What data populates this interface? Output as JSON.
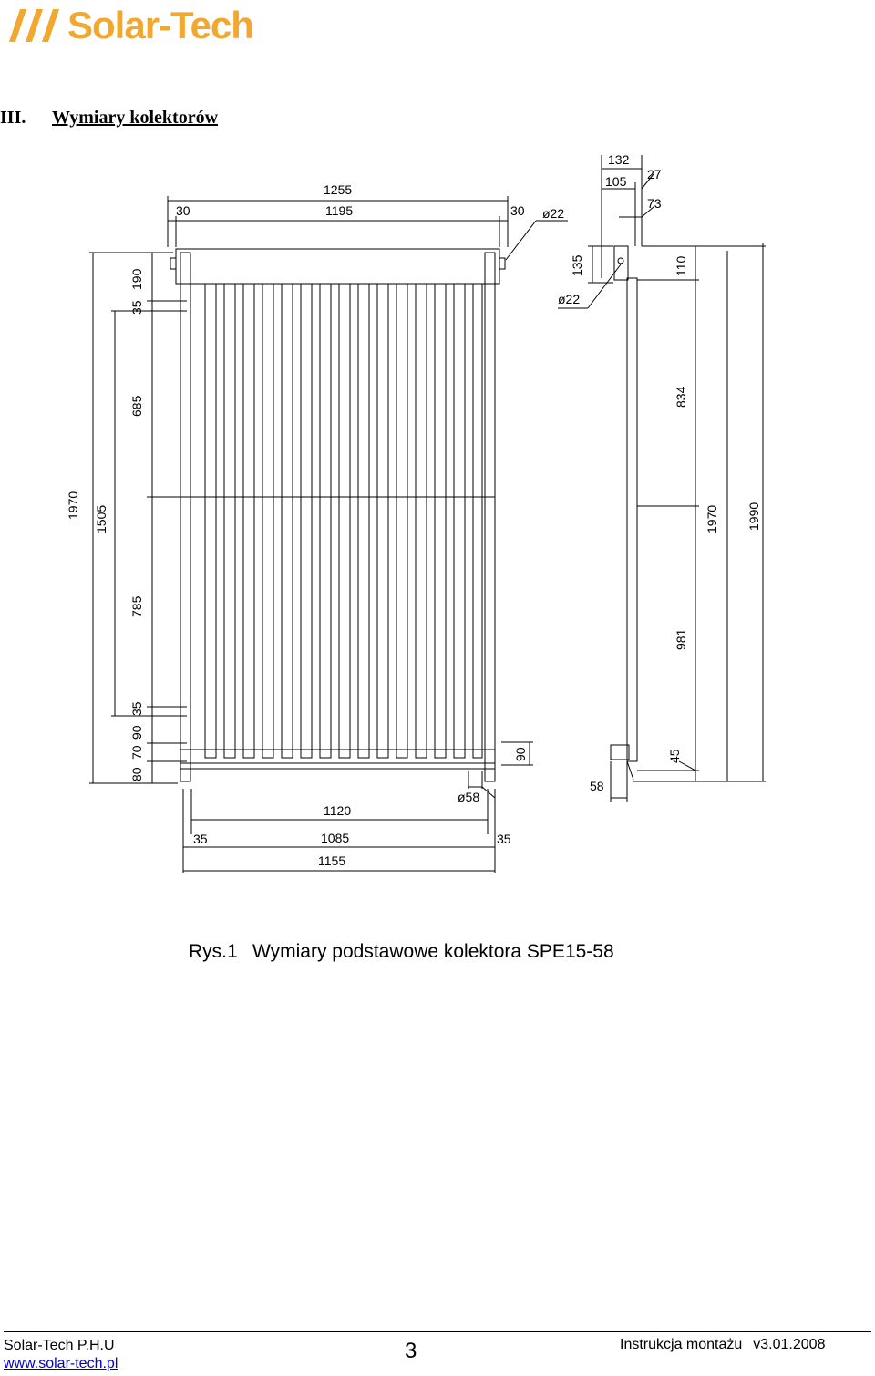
{
  "header": {
    "brand": "Solar-Tech",
    "brand_color": "#f2a72e"
  },
  "section": {
    "number": "III.",
    "title": "Wymiary kolektorów"
  },
  "drawing": {
    "front_top": [
      "1255",
      "30",
      "1195",
      "30"
    ],
    "front_diameter_inlet": "ø22",
    "front_left_outer": [
      "1970",
      "1505"
    ],
    "front_left_inner": [
      "190",
      "35",
      "685",
      "785",
      "35",
      "90",
      "70",
      "80"
    ],
    "front_right_small": "90",
    "front_tube_diameter": "ø58",
    "front_bottom": [
      "1120",
      "35",
      "1085",
      "35",
      "1155"
    ],
    "side_top": [
      "132",
      "105",
      "27",
      "73"
    ],
    "side_left": [
      "135",
      "ø22"
    ],
    "side_right": [
      "110",
      "834",
      "981",
      "1970",
      "1990",
      "45"
    ],
    "side_bottom": "58"
  },
  "caption": {
    "figure": "Rys.1",
    "text": "Wymiary podstawowe kolektora SPE15-58"
  },
  "footer": {
    "company": "Solar-Tech P.H.U",
    "website": "www.solar-tech.pl",
    "page": "3",
    "doc_title": "Instrukcja montażu",
    "version": "v3.01.2008"
  }
}
